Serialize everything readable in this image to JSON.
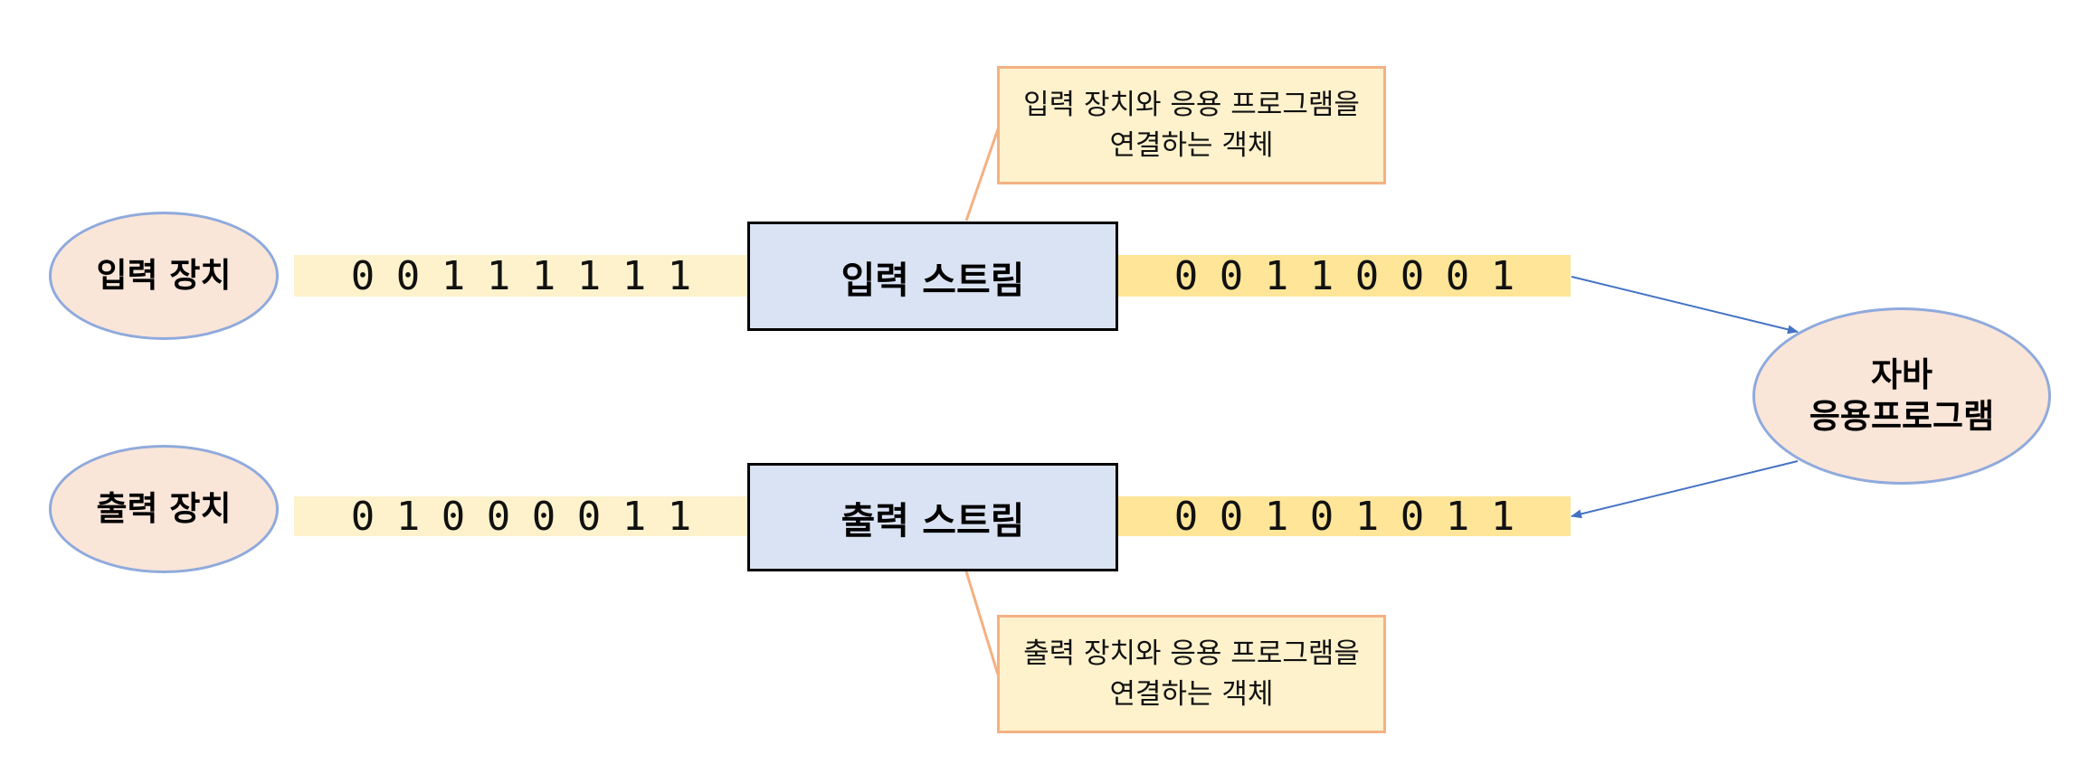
{
  "devices": {
    "input": "입력 장치",
    "output": "출력 장치"
  },
  "app": {
    "line1": "자바",
    "line2": "응용프로그램"
  },
  "streams": {
    "input_label": "입력 스트림",
    "output_label": "출력 스트림"
  },
  "bits": {
    "input_left": [
      "0",
      "0",
      "1",
      "1",
      "1",
      "1",
      "1",
      "1"
    ],
    "input_right": [
      "0",
      "0",
      "1",
      "1",
      "0",
      "0",
      "0",
      "1"
    ],
    "output_left": [
      "0",
      "1",
      "0",
      "0",
      "0",
      "0",
      "1",
      "1"
    ],
    "output_right": [
      "0",
      "0",
      "1",
      "0",
      "1",
      "0",
      "1",
      "1"
    ]
  },
  "callouts": {
    "input": {
      "line1": "입력 장치와 응용 프로그램을",
      "line2": "연결하는 객체"
    },
    "output": {
      "line1": "출력 장치와 응용 프로그램을",
      "line2": "연결하는 객체"
    }
  },
  "colors": {
    "ellipse_fill": "#fae5d9",
    "ellipse_border": "#8faadc",
    "stream_fill": "#dae3f3",
    "band_light": "#fef2cc",
    "band_dark": "#ffe598",
    "callout_border": "#f4b183",
    "arrow": "#4472c4"
  }
}
